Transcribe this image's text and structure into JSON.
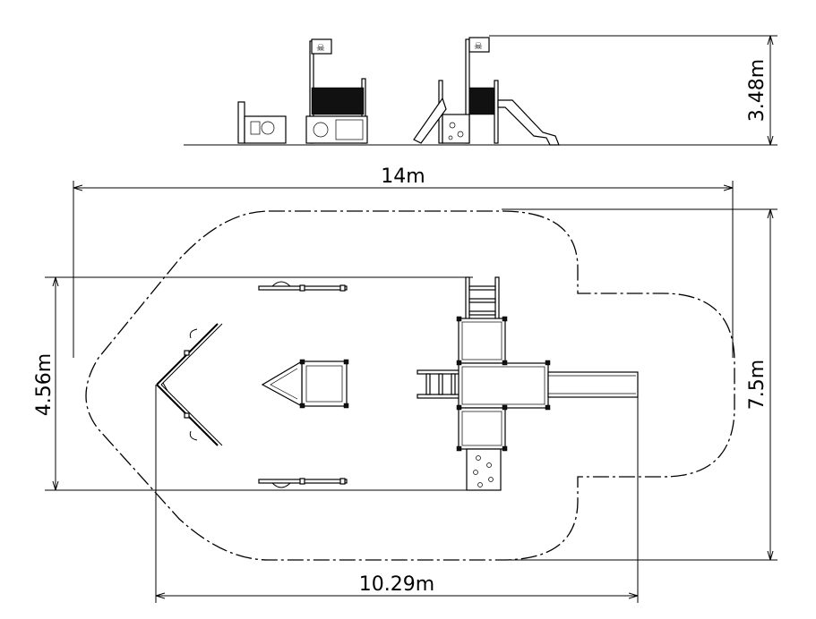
{
  "dimensions": {
    "total_length": "14m",
    "structure_length": "10.29m",
    "structure_width": "4.56m",
    "total_width": "7.5m",
    "height": "3.48m"
  }
}
